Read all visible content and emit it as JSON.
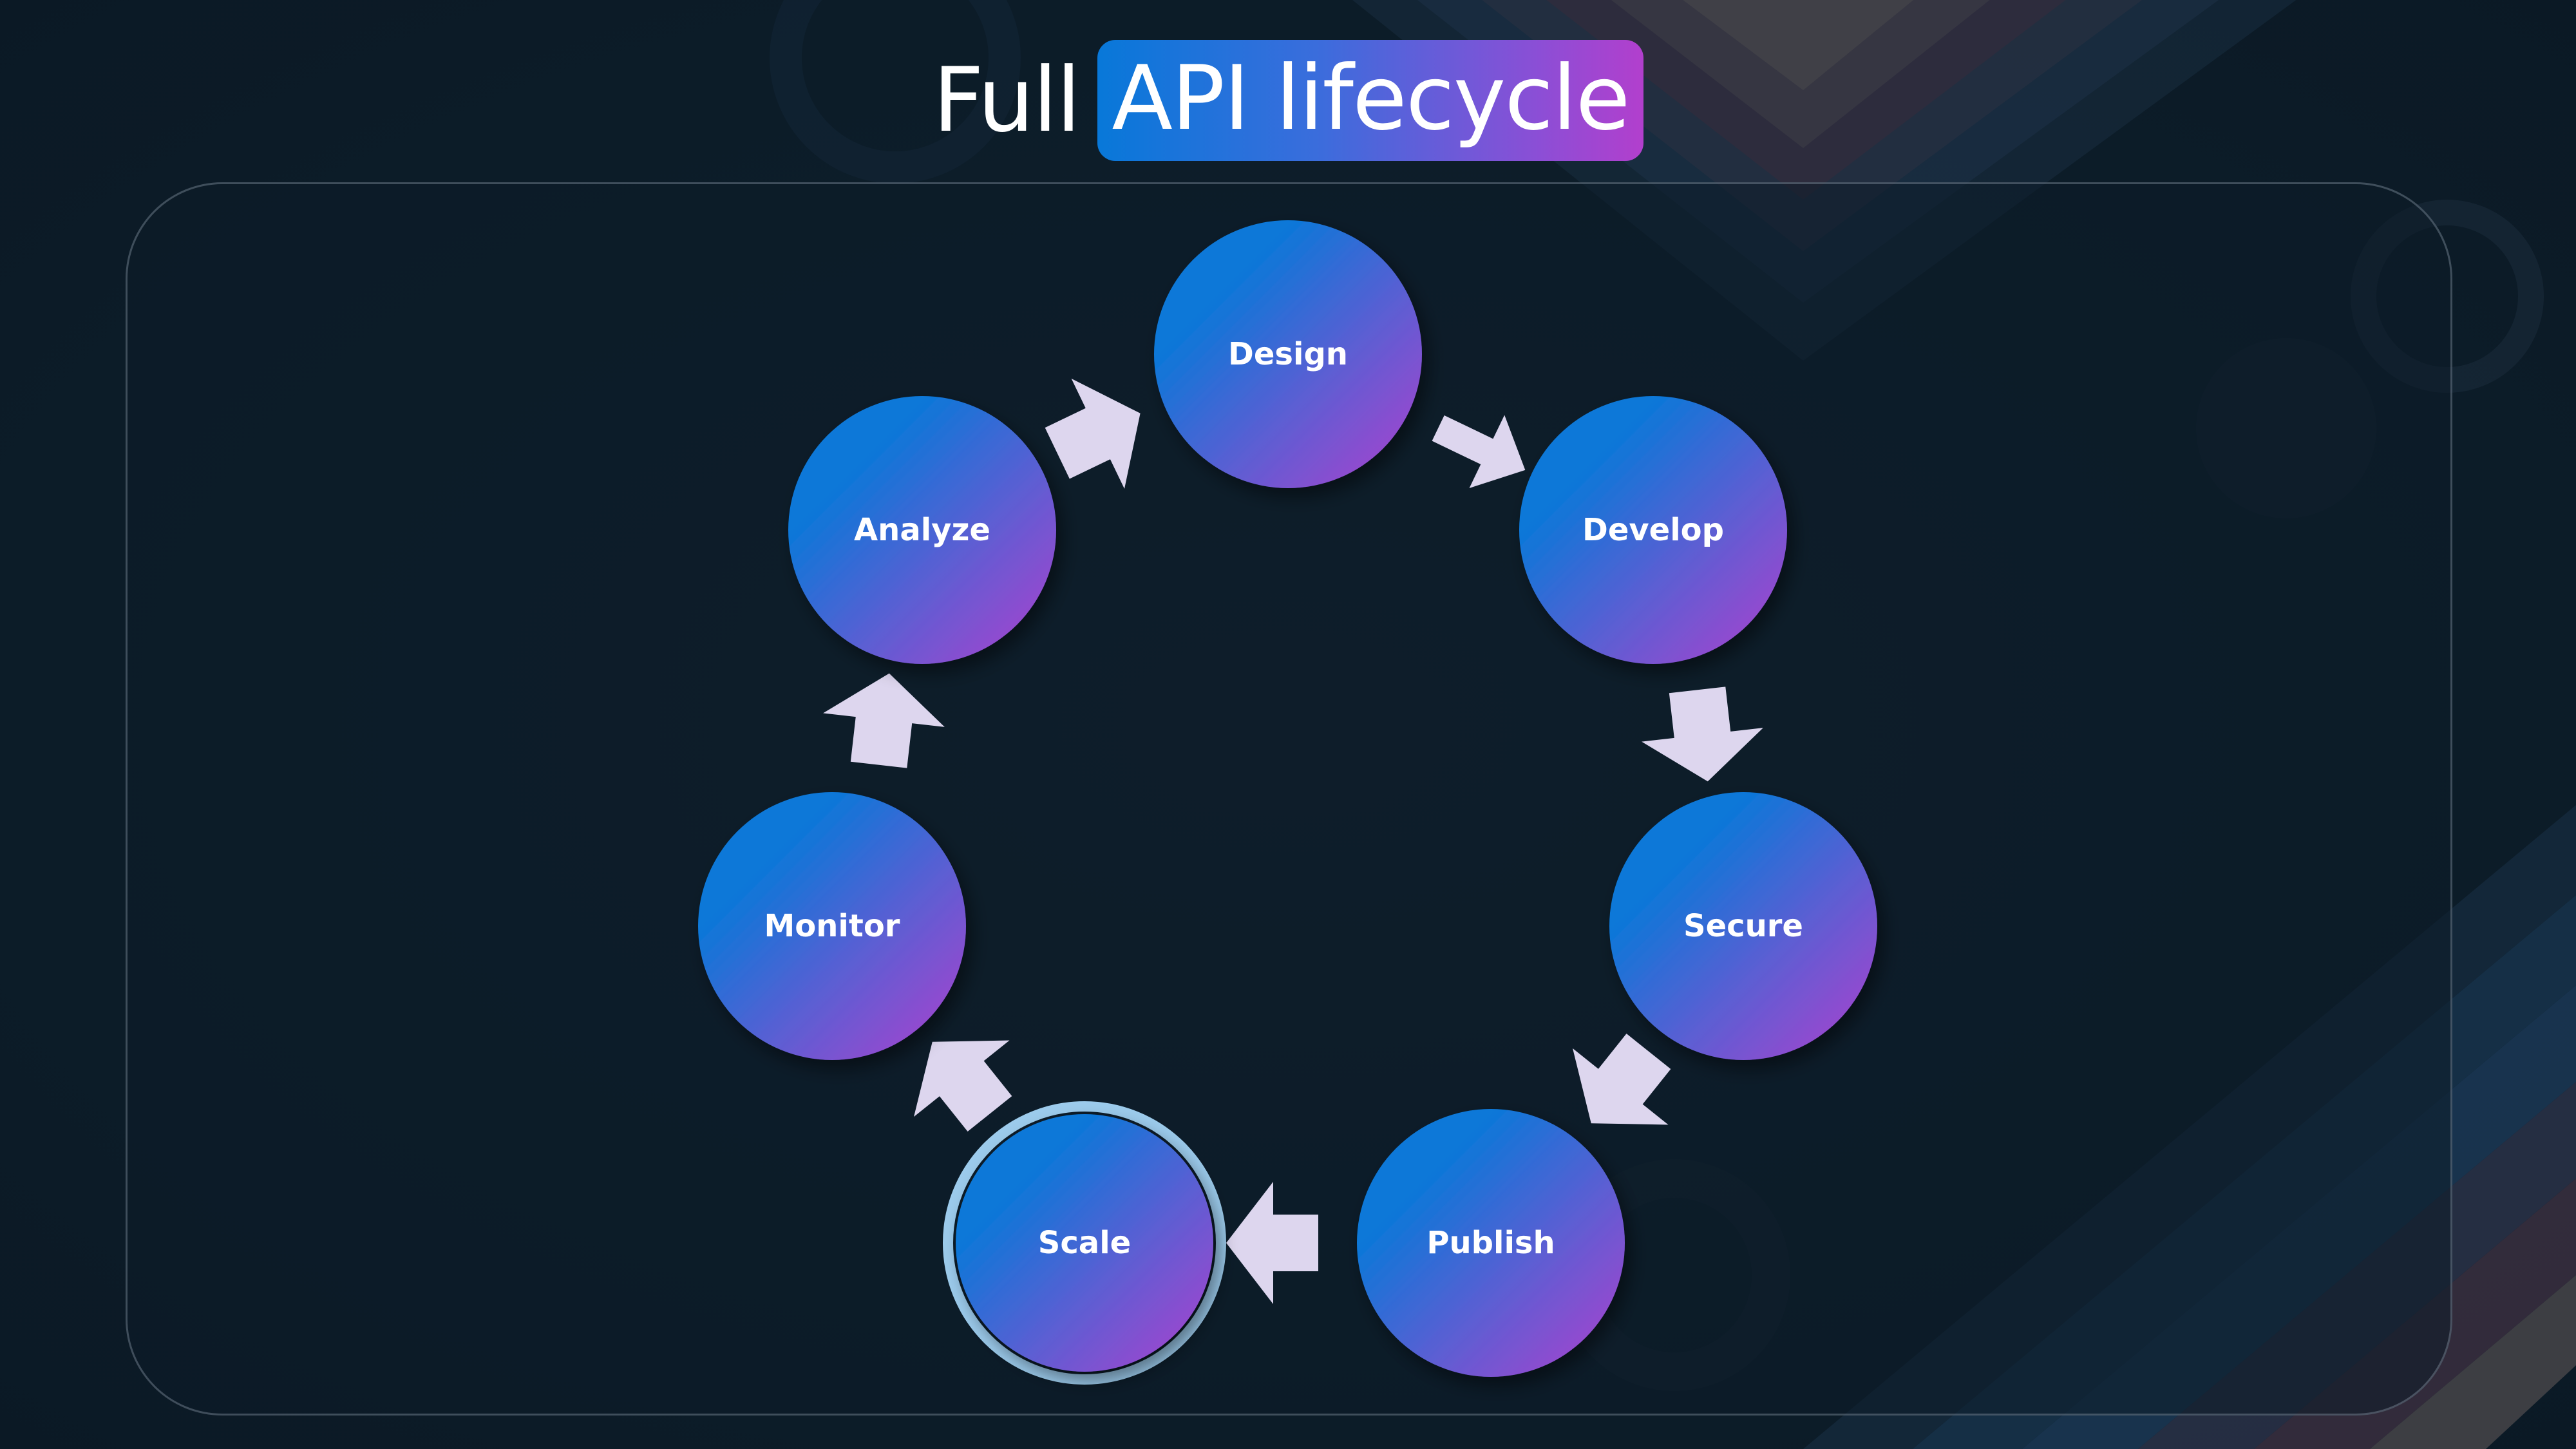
{
  "title": {
    "plain": "Full",
    "highlight": "API lifecycle"
  },
  "colors": {
    "background": "#0e1f2c",
    "node_gradient_start": "#0a78d8",
    "node_gradient_end": "#a446cf",
    "arrow": "#ddd6ee",
    "highlight_ring": "#9ccbec"
  },
  "cycle": {
    "stages": [
      {
        "label": "Design",
        "highlighted": false
      },
      {
        "label": "Develop",
        "highlighted": false
      },
      {
        "label": "Secure",
        "highlighted": false
      },
      {
        "label": "Publish",
        "highlighted": false
      },
      {
        "label": "Scale",
        "highlighted": true
      },
      {
        "label": "Monitor",
        "highlighted": false
      },
      {
        "label": "Analyze",
        "highlighted": false
      }
    ]
  }
}
